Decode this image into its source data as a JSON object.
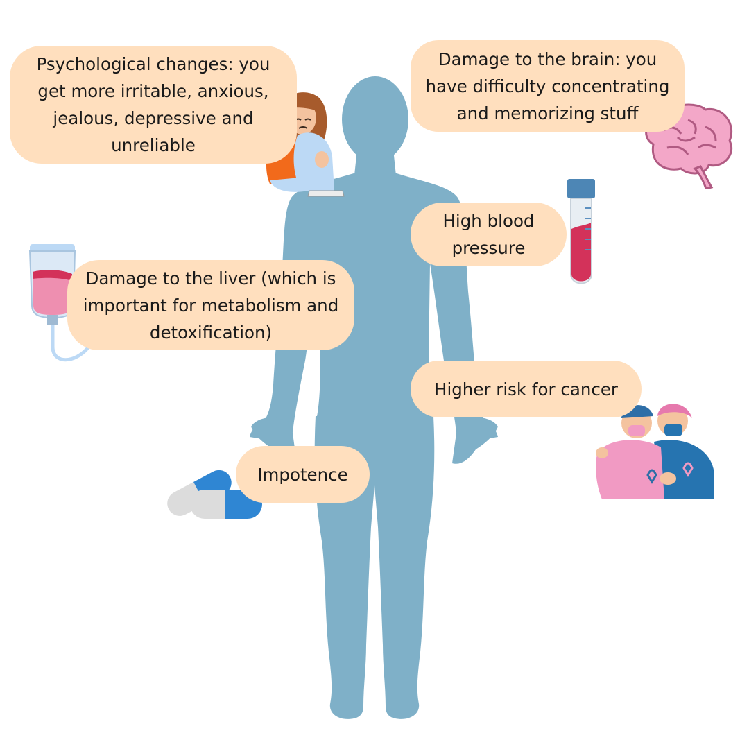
{
  "colors": {
    "silhouette": "#7fb0c8",
    "bubble": "#ffdfbe"
  },
  "callouts": {
    "psychological": "Psychological changes: you get more irritable, anxious, jealous, depressive and unreliable",
    "brain": "Damage to the brain: you have difficulty concentrating and memorizing stuff",
    "blood_pressure": "High blood pressure",
    "liver": "Damage to the liver (which is important for metabolism and detoxification)",
    "cancer": "Higher risk for cancer",
    "impotence": "Impotence"
  },
  "icons": [
    "sad-person-icon",
    "brain-icon",
    "blood-test-tube-icon",
    "iv-bag-icon",
    "pill-capsules-icon",
    "cancer-support-people-icon"
  ]
}
